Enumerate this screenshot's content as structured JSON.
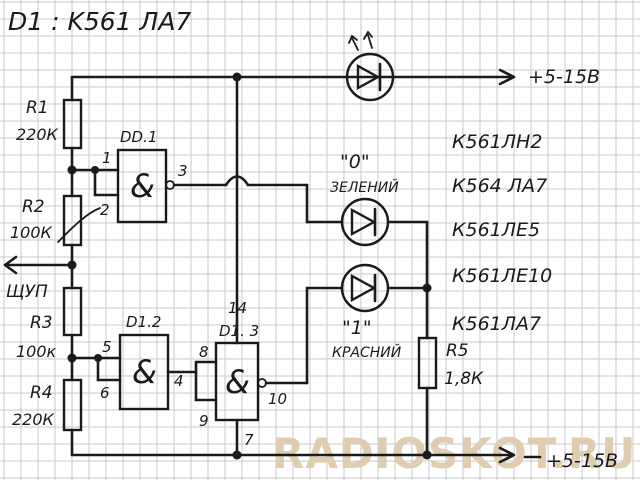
{
  "title": "D1 : K561 ЛА7",
  "supply_label": "+5-15В",
  "resistors": {
    "r1": {
      "name": "R1",
      "value": "220К"
    },
    "r2": {
      "name": "R2",
      "value": "100К"
    },
    "r3": {
      "name": "R3",
      "value": "100к"
    },
    "r4": {
      "name": "R4",
      "value": "220К"
    },
    "r5": {
      "name": "R5",
      "value": "1,8К"
    }
  },
  "probe_label": "ЩУП",
  "gates": {
    "dd1": {
      "name": "DD.1",
      "symbol": "&",
      "pins": [
        "1",
        "2",
        "3"
      ]
    },
    "d12": {
      "name": "D1.2",
      "symbol": "&",
      "pins": [
        "5",
        "6",
        "4"
      ]
    },
    "d13": {
      "name": "D1. 3",
      "symbol": "&",
      "pins": [
        "8",
        "9",
        "10"
      ]
    }
  },
  "power_pins": {
    "vcc": "14",
    "gnd": "7"
  },
  "leds": {
    "green": {
      "state": "\"0\"",
      "color_name": "ЗЕЛЕНИЙ"
    },
    "red": {
      "state": "\"1\"",
      "color_name": "КРАСНИЙ"
    }
  },
  "chip_alternatives": [
    "К561ЛН2",
    "К564 ЛА7",
    "К561ЛЕ5",
    "К561ЛЕ10",
    "К561ЛА7"
  ],
  "watermark": "RADIOSKOT.RU"
}
